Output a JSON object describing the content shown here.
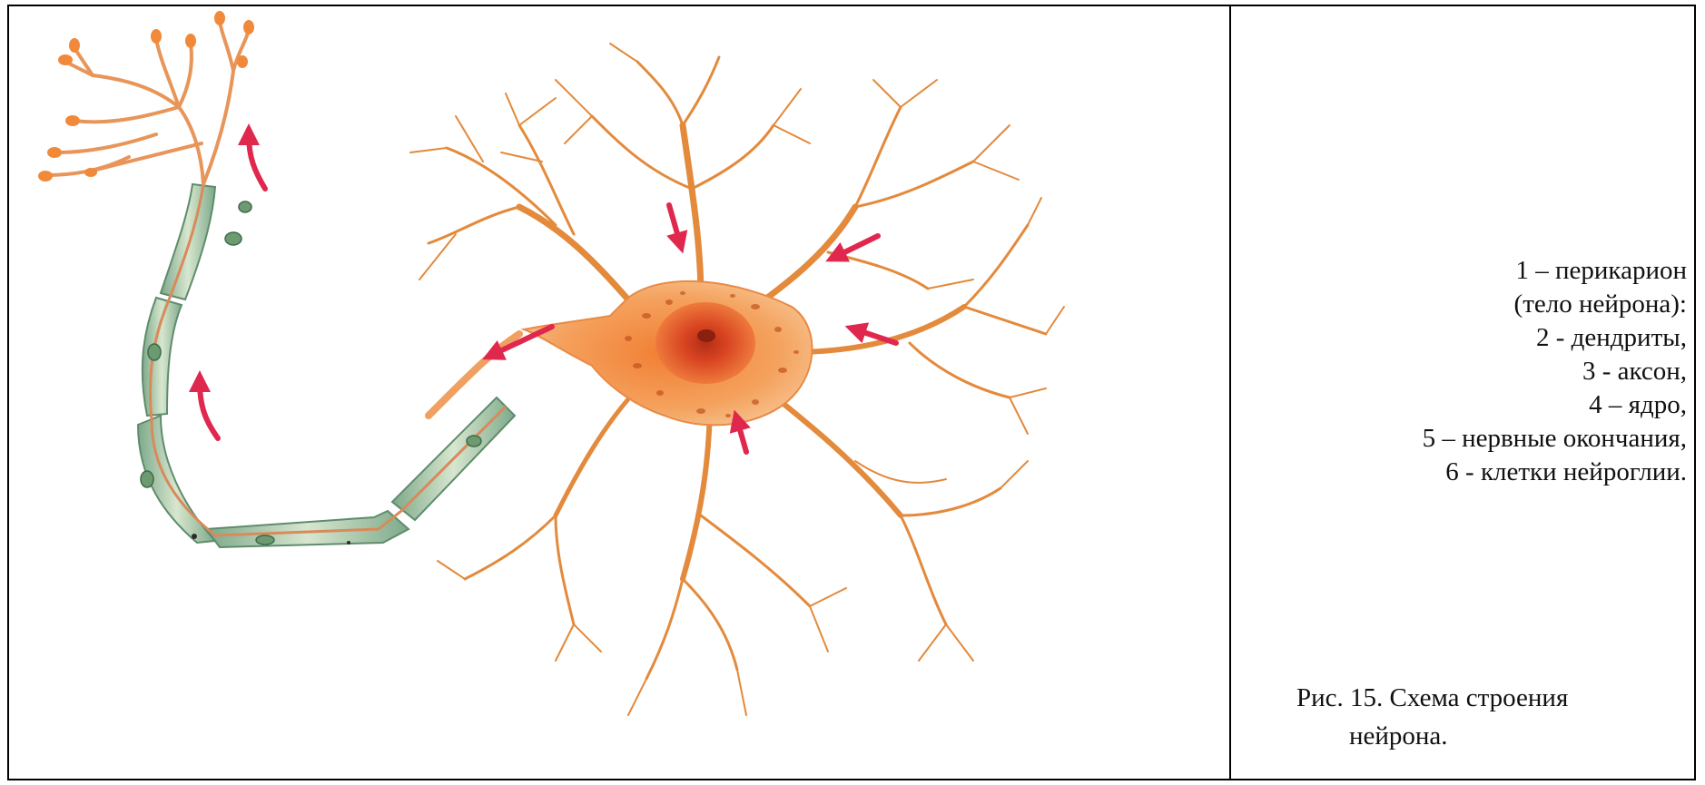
{
  "legend": {
    "items": [
      "1 – перикарион",
      "(тело нейрона):",
      "2 - дендриты,",
      "3 - аксон,",
      "4 – ядро,",
      "5 – нервные окончания,",
      "6 - клетки нейроглии."
    ]
  },
  "caption": {
    "line1": "Рис. 15. Схема строения",
    "line2": "нейрона."
  },
  "colors": {
    "dendrite": "#e38a3c",
    "soma": "#f08a3a",
    "nucleus": "#d9421f",
    "myelin": "#a9c9a6",
    "myelin_edge": "#6f9a78",
    "axon_core": "#d98a5a",
    "arrow": "#e0284e"
  }
}
